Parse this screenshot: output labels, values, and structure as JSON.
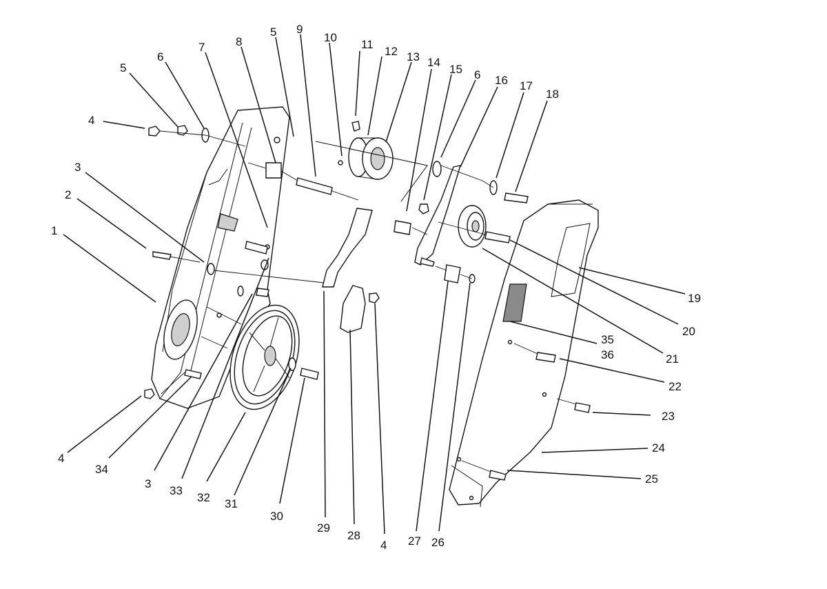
{
  "diagram": {
    "type": "exploded-parts-view",
    "callouts": [
      {
        "id": "c1",
        "label": "1",
        "target": "drive-housing"
      },
      {
        "id": "c2",
        "label": "2",
        "target": "screw-2"
      },
      {
        "id": "c3a",
        "label": "3",
        "target": "washer-3"
      },
      {
        "id": "c3b",
        "label": "3",
        "target": "washer-3"
      },
      {
        "id": "c4a",
        "label": "4",
        "target": "locknut-4"
      },
      {
        "id": "c4b",
        "label": "4",
        "target": "locknut-4"
      },
      {
        "id": "c4c",
        "label": "4",
        "target": "locknut-4"
      },
      {
        "id": "c5a",
        "label": "5",
        "target": "nut-5"
      },
      {
        "id": "c5b",
        "label": "5",
        "target": "nut-5"
      },
      {
        "id": "c6a",
        "label": "6",
        "target": "washer-6"
      },
      {
        "id": "c6b",
        "label": "6",
        "target": "washer-6"
      },
      {
        "id": "c7",
        "label": "7",
        "target": "bolt-7"
      },
      {
        "id": "c8",
        "label": "8",
        "target": "spacer-8"
      },
      {
        "id": "c9",
        "label": "9",
        "target": "bolt-9"
      },
      {
        "id": "c10",
        "label": "10",
        "target": "setscrew-10"
      },
      {
        "id": "c11",
        "label": "11",
        "target": "key-11"
      },
      {
        "id": "c12",
        "label": "12",
        "target": "clutch-12"
      },
      {
        "id": "c13",
        "label": "13",
        "target": "pulley-13"
      },
      {
        "id": "c14",
        "label": "14",
        "target": "spring-14"
      },
      {
        "id": "c15",
        "label": "15",
        "target": "nut-15"
      },
      {
        "id": "c16",
        "label": "16",
        "target": "idler-arm-16"
      },
      {
        "id": "c17",
        "label": "17",
        "target": "washer-17"
      },
      {
        "id": "c18",
        "label": "18",
        "target": "bolt-18"
      },
      {
        "id": "c19",
        "label": "19",
        "target": "belt-cover-19"
      },
      {
        "id": "c20",
        "label": "20",
        "target": "bolt-20"
      },
      {
        "id": "c21",
        "label": "21",
        "target": "idler-pulley-21"
      },
      {
        "id": "c22",
        "label": "22",
        "target": "screw-22"
      },
      {
        "id": "c23",
        "label": "23",
        "target": "knob-23"
      },
      {
        "id": "c24",
        "label": "24",
        "target": "cover-24"
      },
      {
        "id": "c25",
        "label": "25",
        "target": "screw-25"
      },
      {
        "id": "c26",
        "label": "26",
        "target": "nut-26"
      },
      {
        "id": "c27",
        "label": "27",
        "target": "spacer-27"
      },
      {
        "id": "c28",
        "label": "28",
        "target": "bracket-28"
      },
      {
        "id": "c29",
        "label": "29",
        "target": "belt-guide-29"
      },
      {
        "id": "c30",
        "label": "30",
        "target": "bolt-30"
      },
      {
        "id": "c31",
        "label": "31",
        "target": "washer-31"
      },
      {
        "id": "c32",
        "label": "32",
        "target": "pulley-32"
      },
      {
        "id": "c33",
        "label": "33",
        "target": "screw-33"
      },
      {
        "id": "c34",
        "label": "34",
        "target": "screw-34"
      },
      {
        "id": "c35",
        "label": "35",
        "target": "decal-35"
      },
      {
        "id": "c36",
        "label": "36",
        "target": "decal-36"
      }
    ]
  }
}
